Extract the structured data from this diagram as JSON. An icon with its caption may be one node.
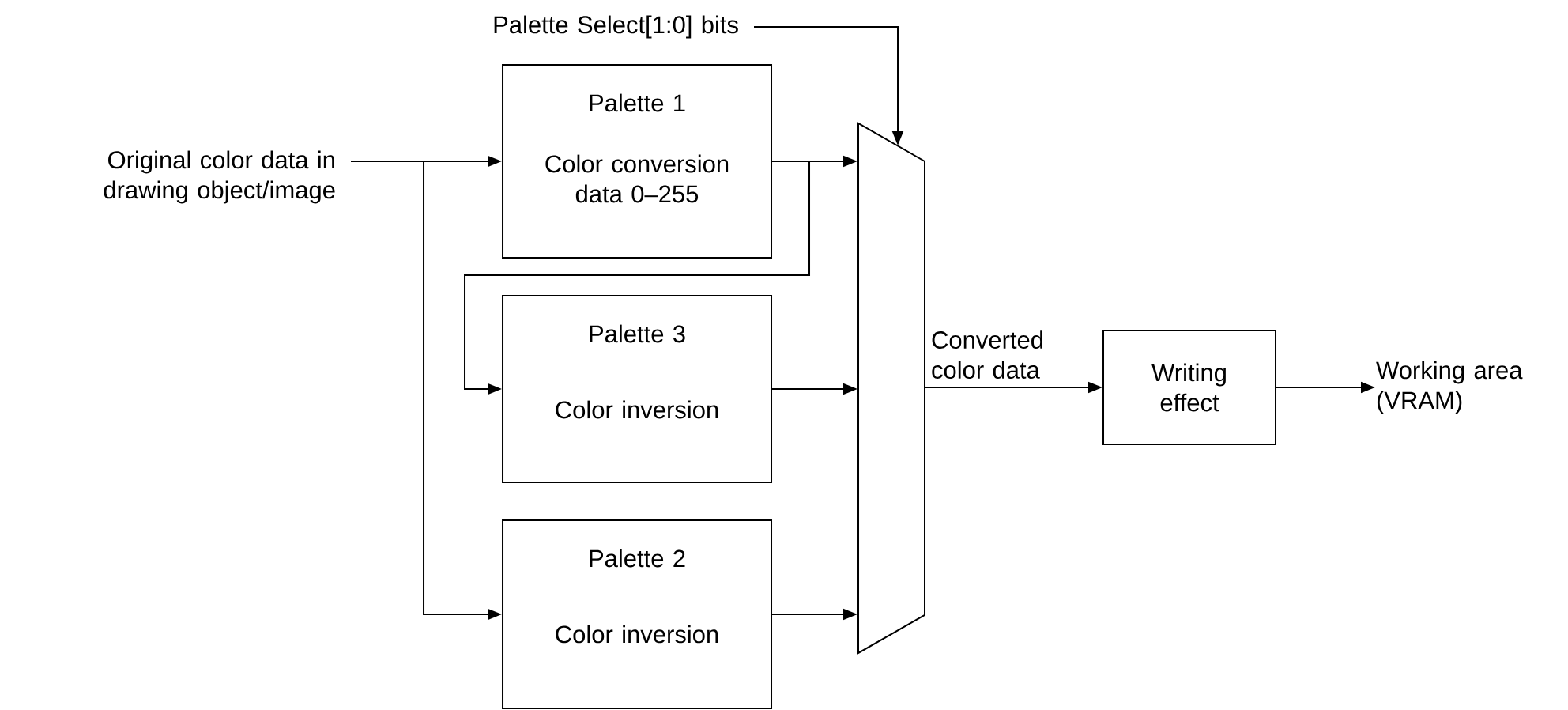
{
  "diagram": {
    "nodes": [
      {
        "text": [
          "Original color data in drawing object/image"
        ]
      },
      {
        "text": [
          "Palette 1",
          "Color conversion data 0–255"
        ]
      },
      {
        "text": [
          "Palette 3",
          "Color inversion"
        ]
      },
      {
        "text": [
          "Palette 2",
          "Color inversion"
        ]
      },
      {
        "text": [
          "Palette Select[1:0] bits"
        ]
      },
      {
        "text": [],
        "shape": "trapezoid"
      },
      {
        "text": [
          "Writing effect"
        ]
      },
      {
        "text": [
          "Working area (VRAM)"
        ]
      }
    ],
    "edges": [
      {
        "from": 0,
        "to": 1,
        "arrow": "to"
      },
      {
        "from": 0,
        "to": 3,
        "arrow": "to"
      },
      {
        "from": 1,
        "to": 2,
        "arrow": "to"
      },
      {
        "from": 1,
        "to": 5,
        "arrow": "to"
      },
      {
        "from": 2,
        "to": 5,
        "arrow": "to"
      },
      {
        "from": 3,
        "to": 5,
        "arrow": "to"
      },
      {
        "from": 4,
        "to": 5,
        "arrow": "to"
      },
      {
        "from": 5,
        "to": 6,
        "arrow": "to",
        "label": "Converted color data"
      },
      {
        "from": 6,
        "to": 7,
        "arrow": "to"
      }
    ]
  }
}
